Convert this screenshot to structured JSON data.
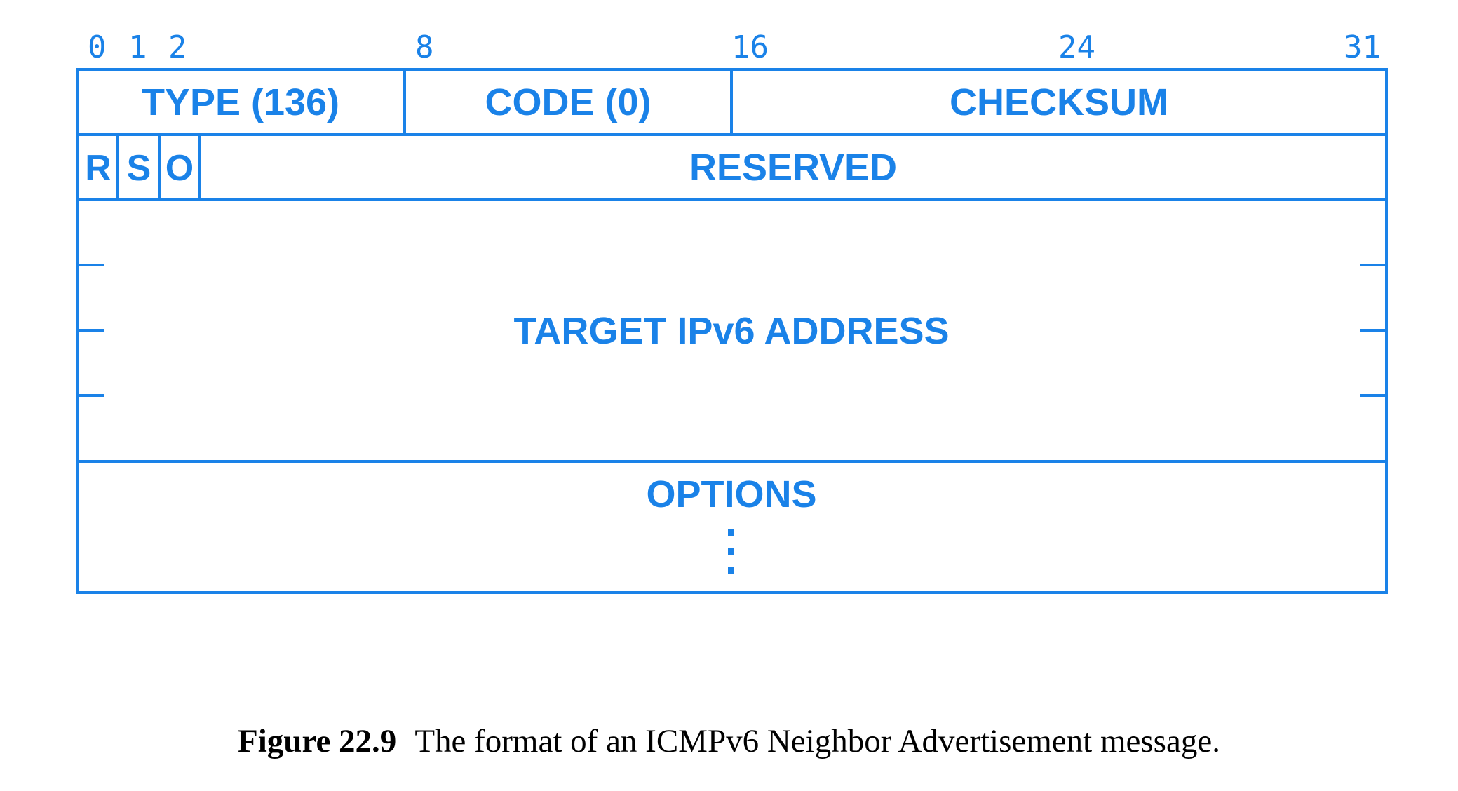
{
  "bit_positions": [
    "0",
    "1",
    "2",
    "8",
    "16",
    "24",
    "31"
  ],
  "fields": {
    "type": "TYPE (136)",
    "code": "CODE (0)",
    "checksum": "CHECKSUM",
    "flag_r": "R",
    "flag_s": "S",
    "flag_o": "O",
    "reserved": "RESERVED",
    "target": "TARGET IPv6 ADDRESS",
    "options": "OPTIONS"
  },
  "caption": {
    "figure_number": "Figure 22.9",
    "text": "The format of an ICMPv6 Neighbor Advertisement message."
  },
  "colors": {
    "diagram": "#1a82e8",
    "caption": "#000000"
  }
}
